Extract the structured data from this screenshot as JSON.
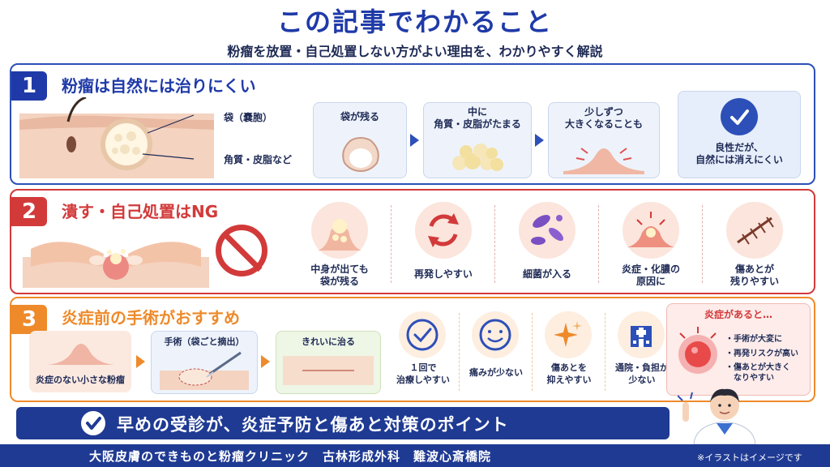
{
  "header": {
    "title": "この記事でわかること",
    "subtitle": "粉瘤を放置・自己処置しない方がよい理由を、わかりやすく解説"
  },
  "section1": {
    "number": "1",
    "title": "粉瘤は自然には治りにくい",
    "labels": {
      "sac": "袋（嚢胞）",
      "content": "角質・皮脂など"
    },
    "cards": [
      {
        "label": "袋が残る"
      },
      {
        "label": "中に\n角質・皮脂がたまる"
      },
      {
        "label": "少しずつ\n大きくなることも"
      },
      {
        "label": "良性だが、\n自然には消えにくい"
      }
    ]
  },
  "section2": {
    "number": "2",
    "title": "潰す・自己処置はNG",
    "items": [
      {
        "label": "中身が出ても\n袋が残る"
      },
      {
        "label": "再発しやすい"
      },
      {
        "label": "細菌が入る"
      },
      {
        "label": "炎症・化膿の\n原因に"
      },
      {
        "label": "傷あとが\n残りやすい"
      }
    ]
  },
  "section3": {
    "number": "3",
    "title": "炎症前の手術がおすすめ",
    "steps": [
      {
        "label": "炎症のない小さな粉瘤"
      },
      {
        "label": "手術（袋ごと摘出）"
      },
      {
        "label": "きれいに治る"
      }
    ],
    "benefits": [
      {
        "label": "１回で\n治療しやすい"
      },
      {
        "label": "痛みが少ない"
      },
      {
        "label": "傷あとを\n抑えやすい"
      },
      {
        "label": "通院・負担が\n少ない"
      }
    ],
    "warning": {
      "title": "炎症があると…",
      "points": [
        "・手術が大変に",
        "・再発リスクが高い",
        "・傷あとが大きく\n　なりやすい"
      ]
    }
  },
  "banner": {
    "text": "早めの受診が、炎症予防と傷あと対策のポイント"
  },
  "footer": {
    "clinic": "大阪皮膚のできものと粉瘤クリニック　古林形成外科　難波心斎橋院",
    "note": "※イラストはイメージです"
  },
  "colors": {
    "navy": "#1f3a93",
    "red": "#d23a3a",
    "orange": "#ee8a2a",
    "blue": "#2d4fb8"
  }
}
